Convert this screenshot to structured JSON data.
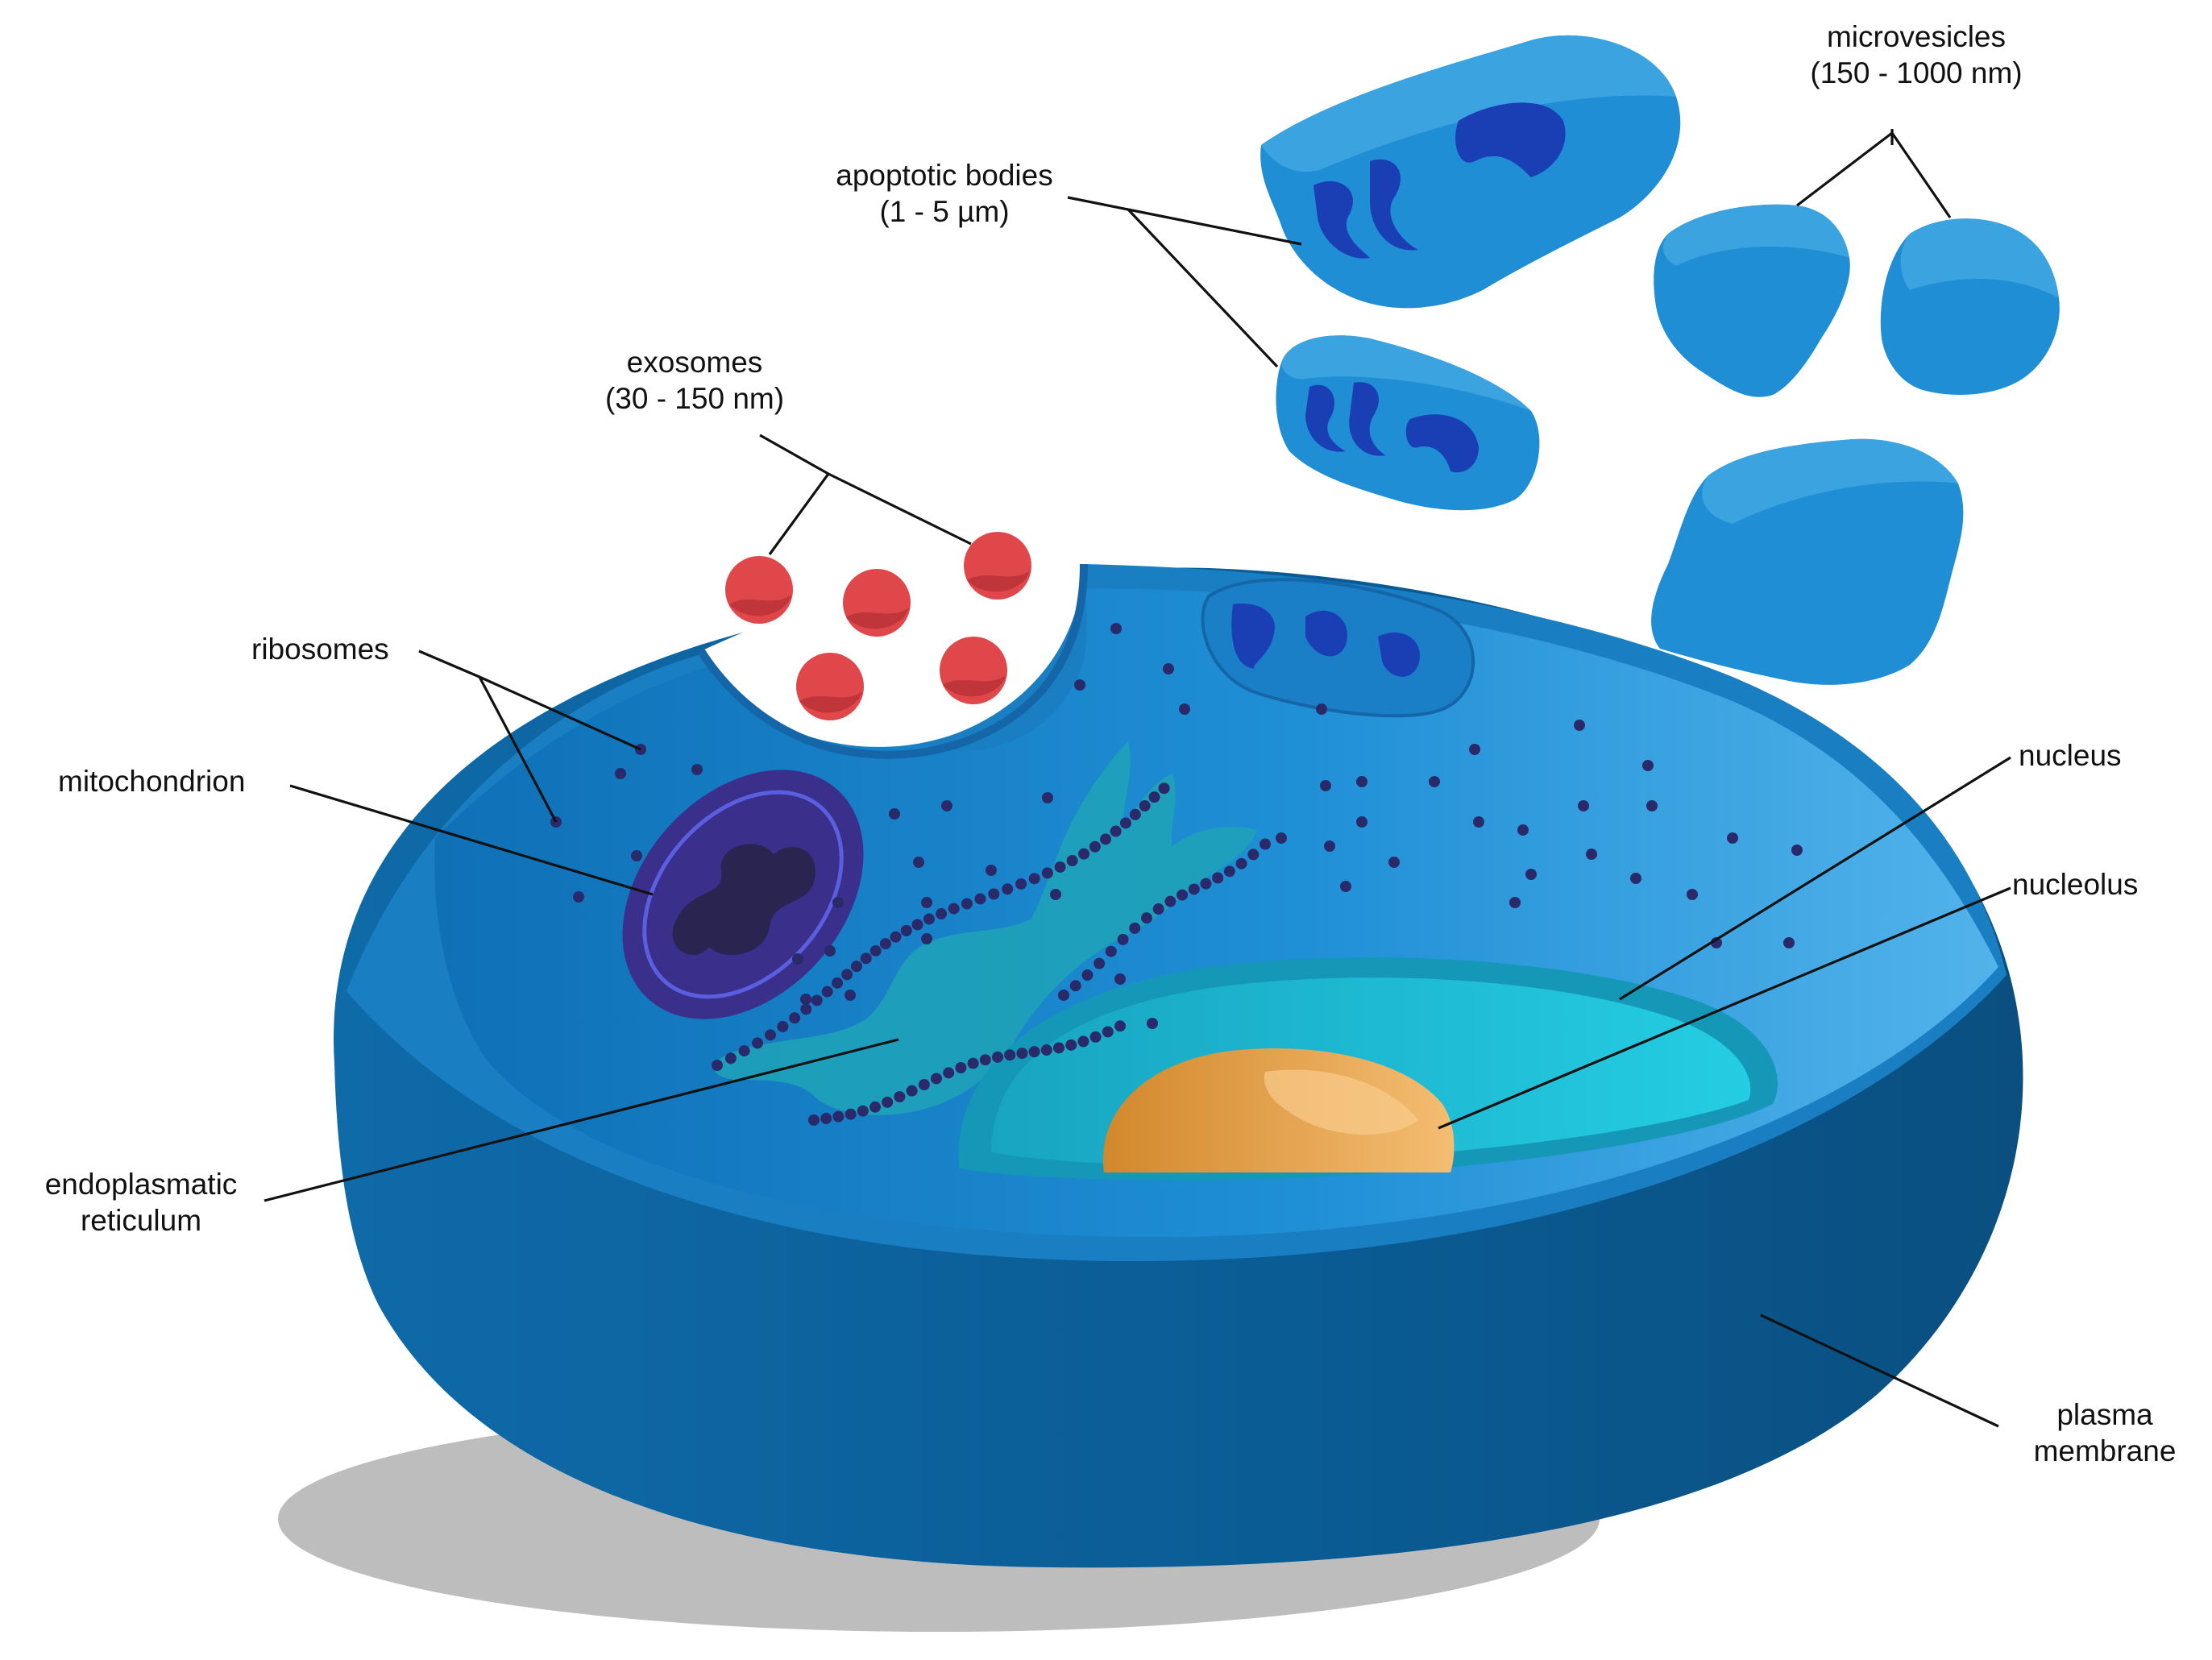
{
  "labels": {
    "microvesicles": {
      "name": "microvesicles",
      "size": "(150 - 1000 nm)"
    },
    "apoptotic_bodies": {
      "name": "apoptotic bodies",
      "size": "(1 - 5 µm)"
    },
    "exosomes": {
      "name": "exosomes",
      "size": "(30 - 150 nm)"
    },
    "ribosomes": "ribosomes",
    "mitochondrion": "mitochondrion",
    "nucleus": "nucleus",
    "nucleolus": "nucleolus",
    "endoplasmatic_reticulum": {
      "line1": "endoplasmatic",
      "line2": "reticulum"
    },
    "plasma_membrane": {
      "line1": "plasma",
      "line2": "membrane"
    }
  },
  "colors": {
    "membrane_outer": "#0d5f97",
    "membrane_rim": "#1a7ec2",
    "cytoplasm": "#1f8fd6",
    "cytoplasm_light": "#4ab0e8",
    "vesicle": "#1f8ed4",
    "vesicle_dark": "#1566a8",
    "vesicle_organelle": "#1a3fb5",
    "exosome": "#e0474b",
    "nucleus": "#1fc4dd",
    "nucleolus": "#e8a24a",
    "er": "#1fa3b7",
    "mitochondrion": "#3a2f8a",
    "ribosome": "#2a2a6b",
    "shadow": "#bdbdbd"
  }
}
